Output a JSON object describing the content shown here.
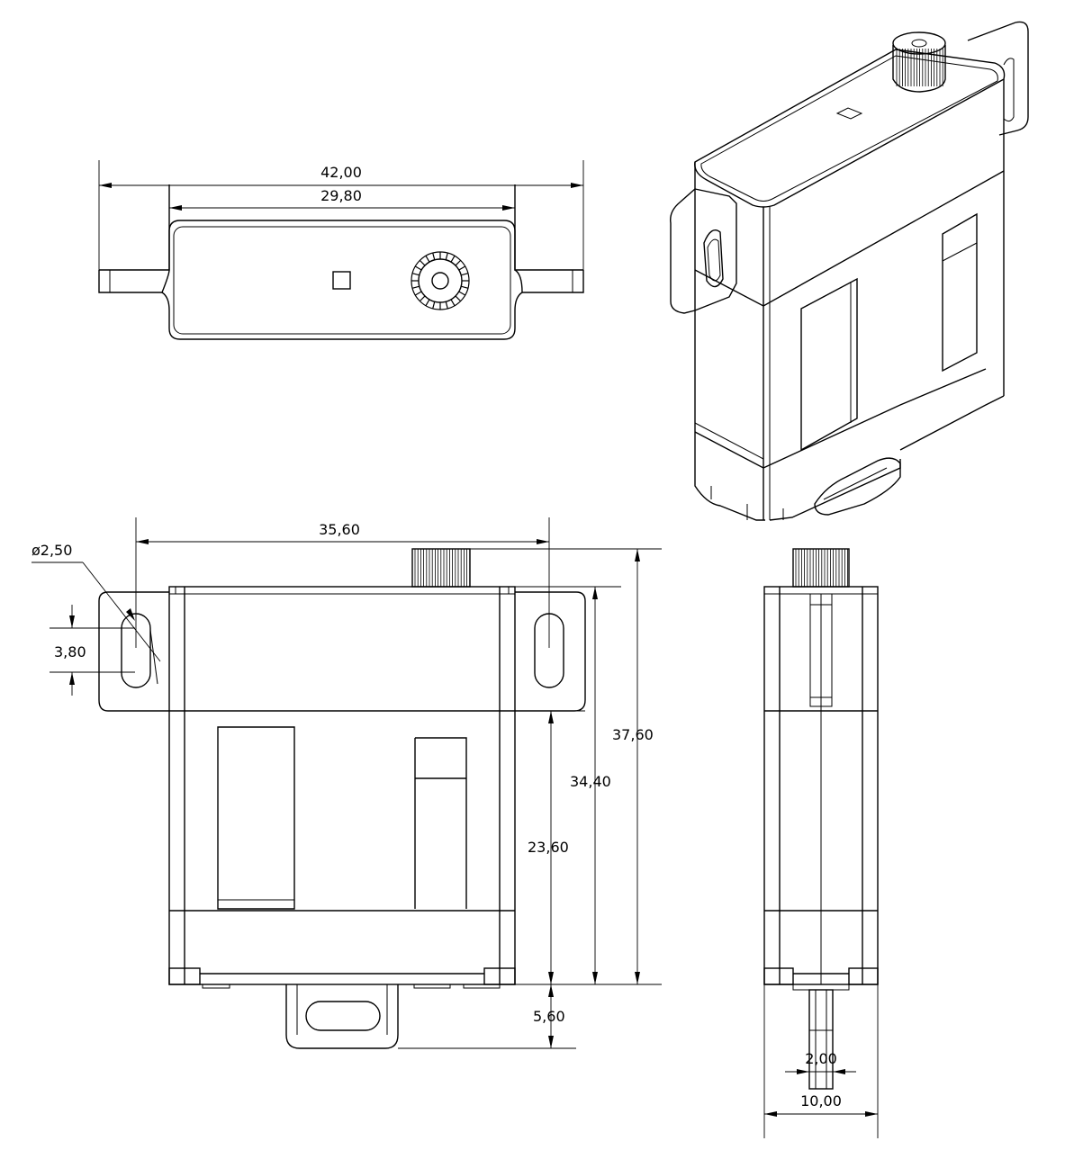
{
  "dimensions": {
    "top_overall_width": "42,00",
    "top_body_width": "29,80",
    "hole_spacing": "35,60",
    "hole_diameter": "ø2,50",
    "slot_length": "3,80",
    "total_height": "37,60",
    "body_height": "34,40",
    "mount_to_base": "23,60",
    "bottom_tab": "5,60",
    "shaft_width": "2,00",
    "side_width": "10,00"
  }
}
